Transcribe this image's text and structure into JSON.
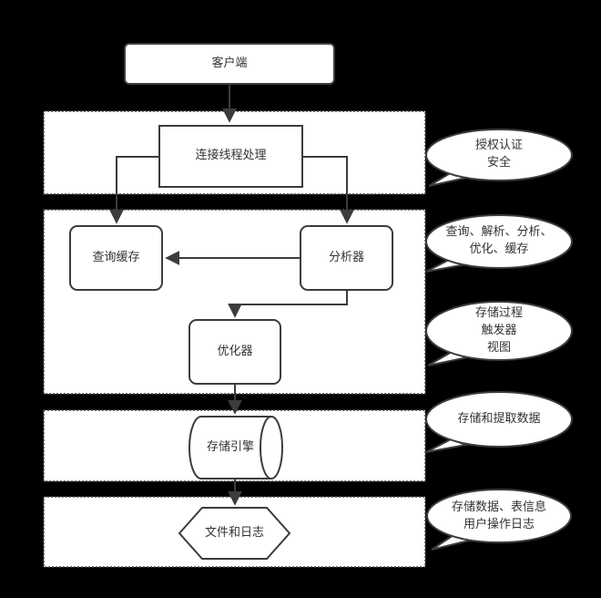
{
  "diagram_title": "",
  "colors": {
    "background": "#000000",
    "band_fill": "#ffffff",
    "shape_fill": "#ffffff",
    "stroke": "#3c3c3c",
    "text": "#333333"
  },
  "nodes": {
    "client": "客户端",
    "connection_thread": "连接线程处理",
    "query_cache": "查询缓存",
    "parser": "分析器",
    "optimizer": "优化器",
    "storage_engine": "存储引擎",
    "files_and_logs": "文件和日志"
  },
  "callouts": [
    {
      "lines": [
        "授权认证",
        "安全"
      ]
    },
    {
      "lines": [
        "查询、解析、分析、",
        "优化、缓存"
      ]
    },
    {
      "lines": [
        "存储过程",
        "触发器",
        "视图"
      ]
    },
    {
      "lines": [
        "存储和提取数据"
      ]
    },
    {
      "lines": [
        "存储数据、表信息",
        "用户操作日志"
      ]
    }
  ]
}
